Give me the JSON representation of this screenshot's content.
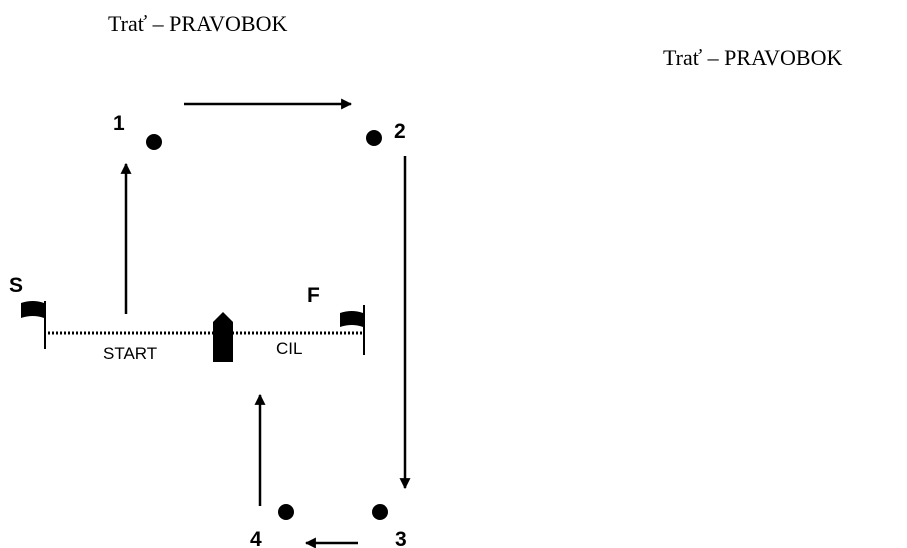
{
  "titles": {
    "left": "Trať – PRAVOBOK",
    "right": "Trať – PRAVOBOK"
  },
  "buoys": [
    {
      "label": "1"
    },
    {
      "label": "2"
    },
    {
      "label": "3"
    },
    {
      "label": "4"
    }
  ],
  "flags": {
    "start_letter": "S",
    "finish_letter": "F"
  },
  "line_labels": {
    "start": "START",
    "finish": "CIL"
  }
}
